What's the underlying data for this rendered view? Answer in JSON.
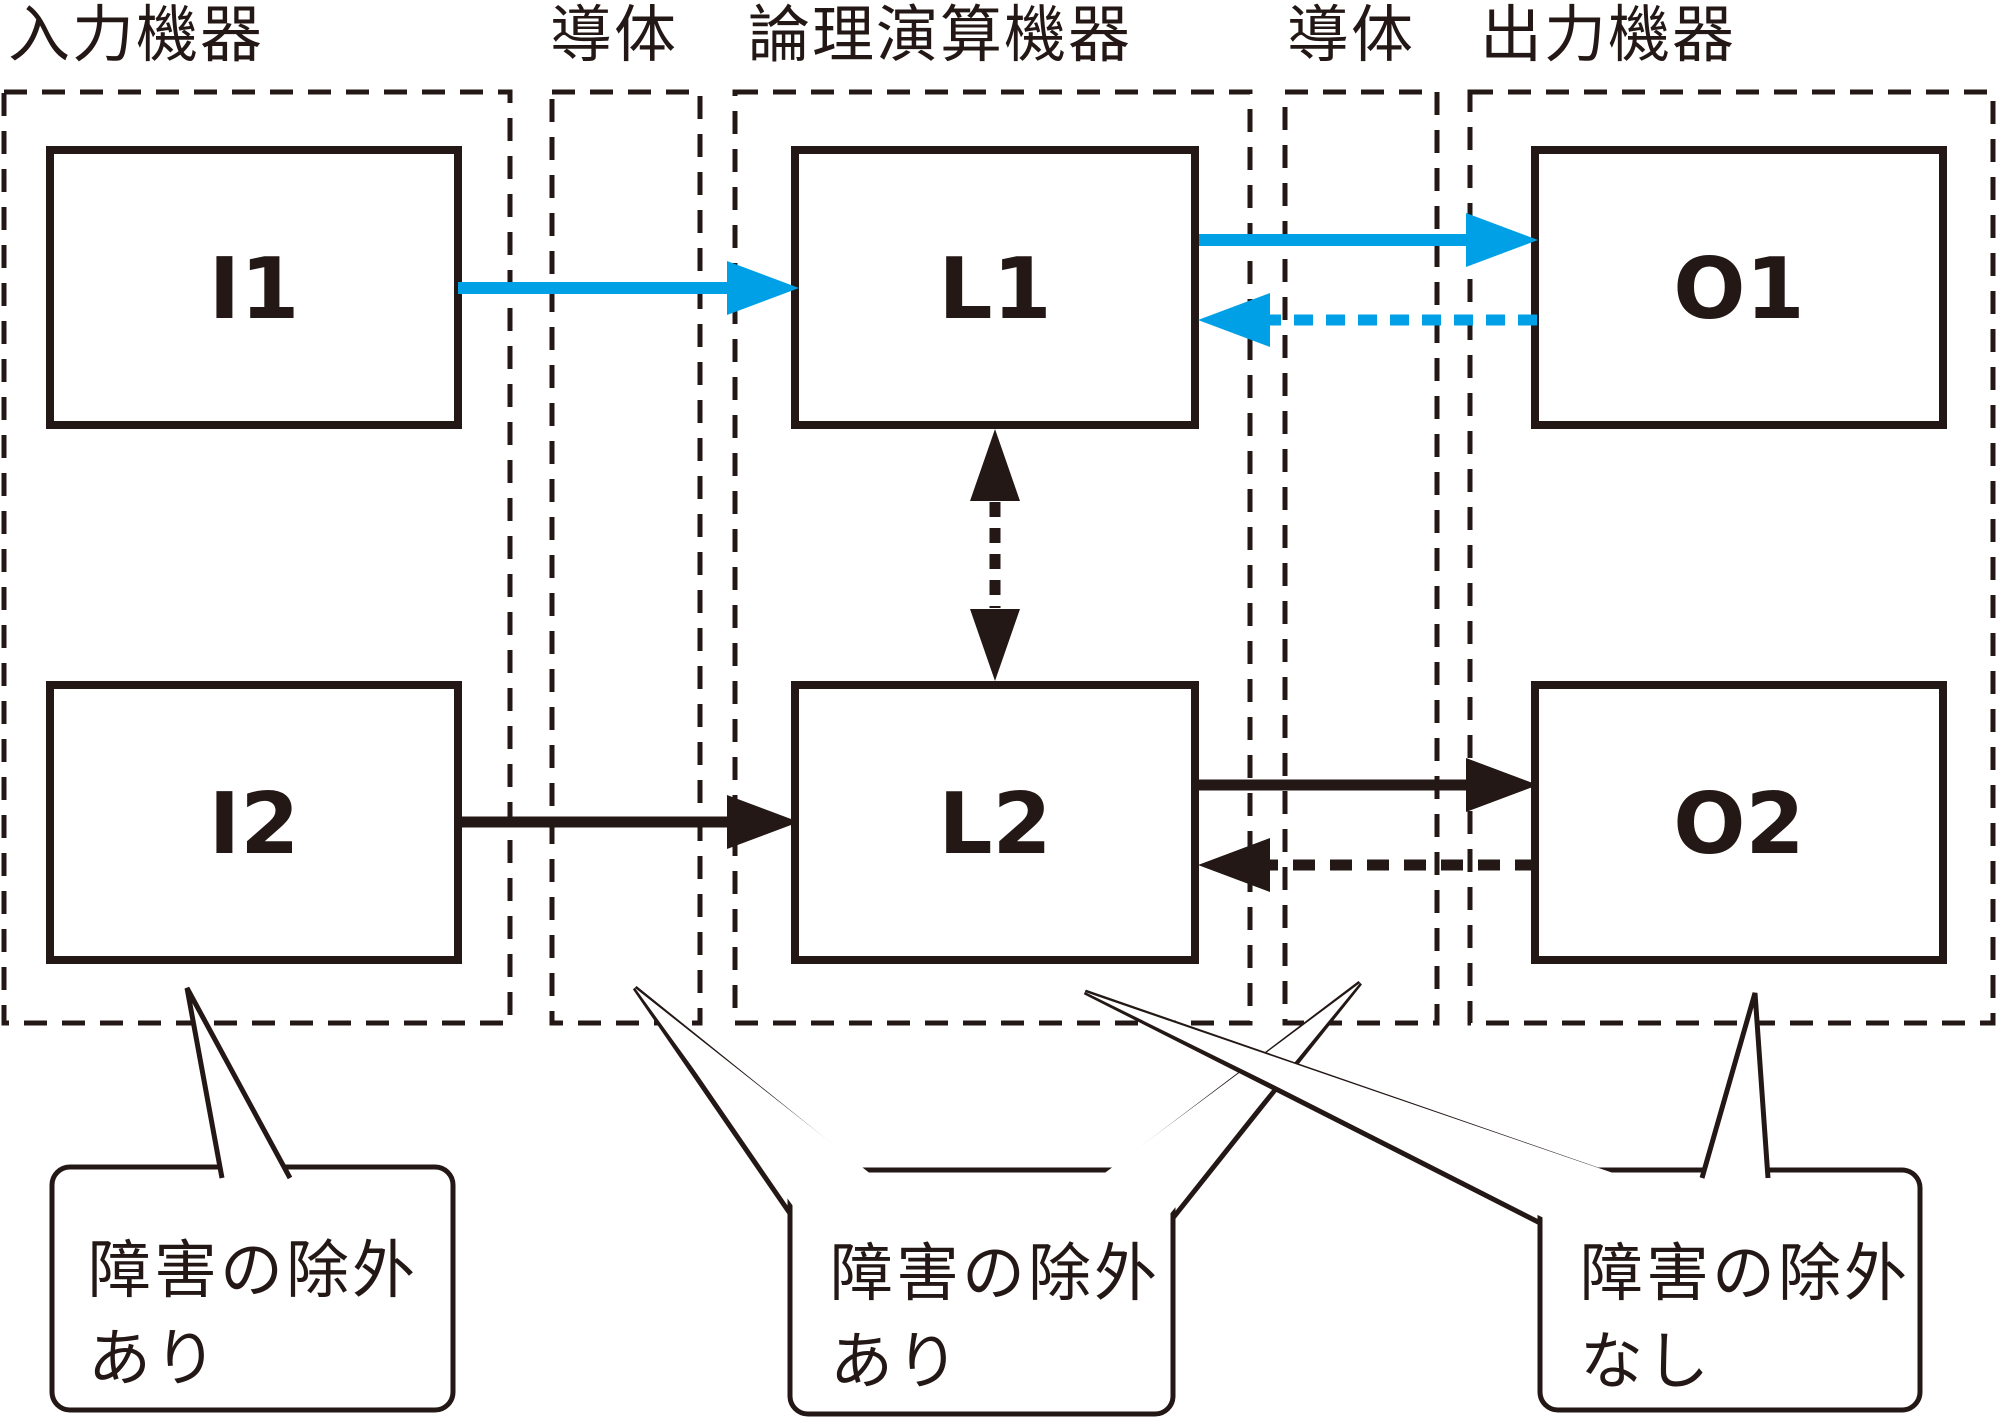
{
  "colors": {
    "ink": "#231815",
    "blue": "#00a0e6",
    "background": "#ffffff"
  },
  "column_labels": {
    "input": "入力機器",
    "conductor_left": "導体",
    "logic": "論理演算機器",
    "conductor_right": "導体",
    "output": "出力機器"
  },
  "nodes": {
    "i1": "I1",
    "i2": "I2",
    "l1": "L1",
    "l2": "L2",
    "o1": "O1",
    "o2": "O2"
  },
  "edges": [
    {
      "from": "I1",
      "to": "L1",
      "style": "solid",
      "color": "#00a0e6",
      "bidirectional": false
    },
    {
      "from": "L1",
      "to": "O1",
      "style": "solid",
      "color": "#00a0e6",
      "bidirectional": false
    },
    {
      "from": "O1",
      "to": "L1",
      "style": "dashed",
      "color": "#00a0e6",
      "bidirectional": false
    },
    {
      "from": "L1",
      "to": "L2",
      "style": "dashed",
      "color": "#231815",
      "bidirectional": true
    },
    {
      "from": "I2",
      "to": "L2",
      "style": "solid",
      "color": "#231815",
      "bidirectional": false
    },
    {
      "from": "L2",
      "to": "O2",
      "style": "solid",
      "color": "#231815",
      "bidirectional": false
    },
    {
      "from": "O2",
      "to": "L2",
      "style": "dashed",
      "color": "#231815",
      "bidirectional": false
    }
  ],
  "callouts": {
    "input": {
      "line1": "障害の除外",
      "line2": "あり",
      "line2_color": "#00a0e6",
      "targets": [
        "input"
      ]
    },
    "conductors": {
      "line1": "障害の除外",
      "line2": "あり",
      "line2_color": "#00a0e6",
      "targets": [
        "conductor_left",
        "conductor_right"
      ]
    },
    "logic_output": {
      "line1": "障害の除外",
      "line2": "なし",
      "line2_color": "#231815",
      "targets": [
        "logic",
        "output"
      ]
    }
  }
}
